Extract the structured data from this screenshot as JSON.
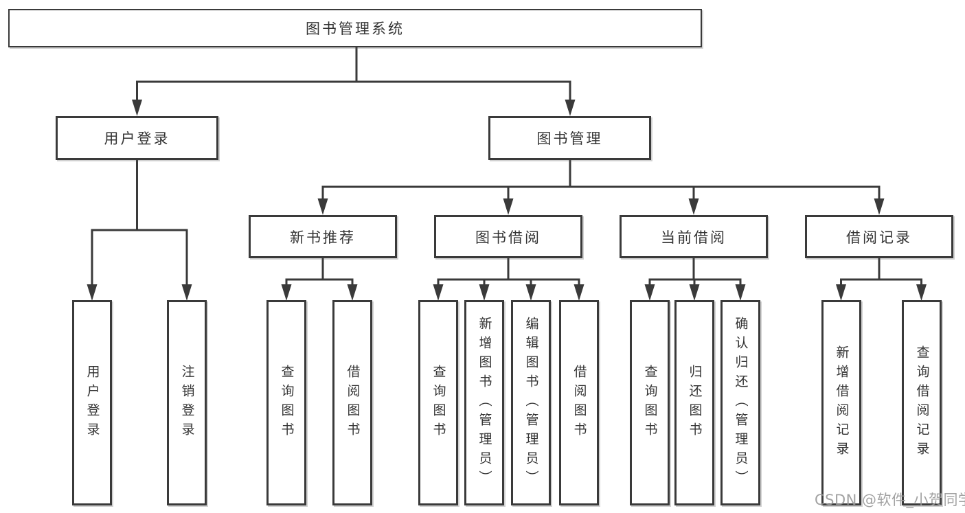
{
  "diagram": {
    "title": "图书管理系统",
    "level2": [
      {
        "label": "用户登录"
      },
      {
        "label": "图书管理"
      }
    ],
    "level3": [
      {
        "label": "新书推荐"
      },
      {
        "label": "图书借阅"
      },
      {
        "label": "当前借阅"
      },
      {
        "label": "借阅记录"
      }
    ],
    "leaves": [
      {
        "label": "用户登录"
      },
      {
        "label": "注销登录"
      },
      {
        "label": "查询图书"
      },
      {
        "label": "借阅图书"
      },
      {
        "label": "查询图书"
      },
      {
        "label": "新增图书（管理员）"
      },
      {
        "label": "编辑图书（管理员）"
      },
      {
        "label": "借阅图书"
      },
      {
        "label": "查询图书"
      },
      {
        "label": "归还图书"
      },
      {
        "label": "确认归还（管理员）"
      },
      {
        "label": "新增借阅记录"
      },
      {
        "label": "查询借阅记录"
      }
    ]
  },
  "watermark": {
    "text": "CSDN @软件_小贺同学",
    "color": "#9b9b9b"
  },
  "colors": {
    "line": "#3a3a3a",
    "box_border": "#3a3a3a",
    "text": "#333333",
    "background": "#ffffff"
  }
}
